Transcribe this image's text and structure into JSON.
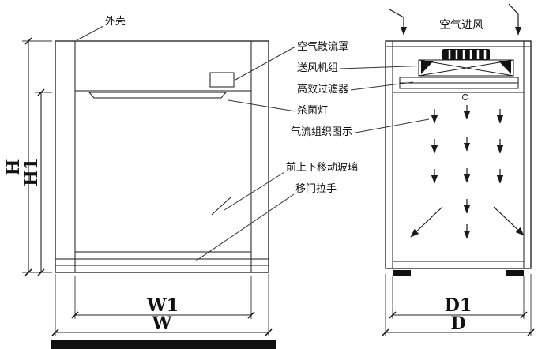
{
  "colors": {
    "line": "#1a1a1a",
    "fill": "#111111",
    "background": "#ffffff"
  },
  "callouts": {
    "shell": "外壳",
    "air_diffuser": "空气散流罩",
    "fan_unit": "送风机组",
    "hepa_filter": "高效过滤器",
    "germicidal_lamp": "杀菌灯",
    "airflow_diagram": "气流组织图示",
    "moving_front_glass": "前上下移动玻璃",
    "sliding_door_handle": "移门拉手",
    "air_inlet": "空气进风"
  },
  "dimensions": {
    "H": "H",
    "H1": "H1",
    "W1": "W1",
    "W": "W",
    "D1": "D1",
    "D": "D"
  }
}
